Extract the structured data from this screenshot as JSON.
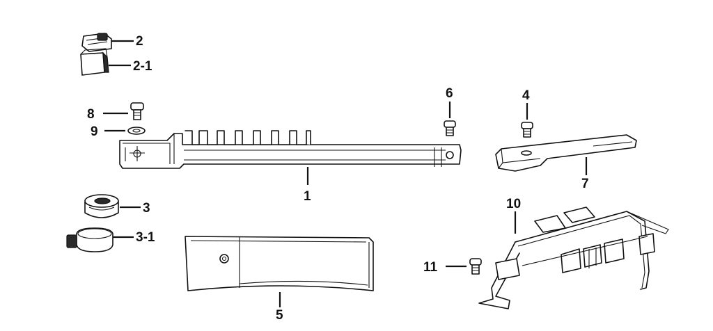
{
  "callouts": {
    "c1": "1",
    "c2": "2",
    "c2_1": "2-1",
    "c3": "3",
    "c3_1": "3-1",
    "c4": "4",
    "c5": "5",
    "c6": "6",
    "c7": "7",
    "c8": "8",
    "c9": "9",
    "c10": "10",
    "c11": "11"
  },
  "colors": {
    "line": "#111111",
    "background": "#ffffff"
  }
}
